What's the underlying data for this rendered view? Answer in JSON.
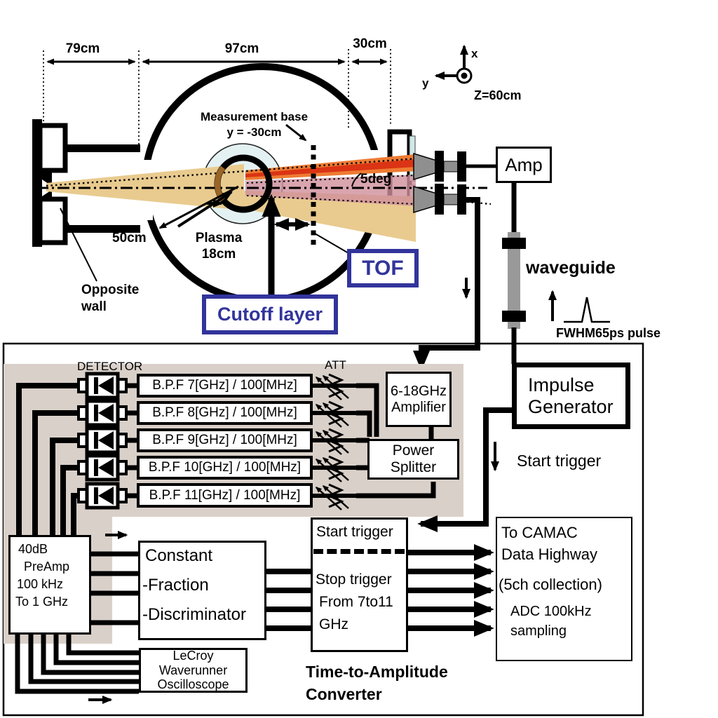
{
  "top": {
    "dim_79": "79cm",
    "dim_97": "97cm",
    "dim_30": "30cm",
    "axis_x": "x",
    "axis_y": "y",
    "axis_z": "Z=60cm",
    "measurement_base_line1": "Measurement base",
    "measurement_base_line2": "y = -30cm",
    "five_deg": "5deg",
    "amp": "Amp",
    "opposite_wall_line1": "Opposite",
    "opposite_wall_line2": "wall",
    "dim_50": "50cm",
    "plasma_line1": "Plasma",
    "plasma_line2": "18cm",
    "tof": "TOF",
    "cutoff_layer": "Cutoff layer",
    "waveguide": "waveguide",
    "fwhm_pulse": "FWHM65ps  pulse"
  },
  "bottom": {
    "detector_label": "DETECTOR",
    "att_label": "ATT",
    "bpf_filters": [
      "B.P.F 7[GHz] / 100[MHz]",
      "B.P.F 8[GHz] / 100[MHz]",
      "B.P.F 9[GHz] / 100[MHz]",
      "B.P.F 10[GHz] / 100[MHz]",
      "B.P.F 11[GHz] / 100[MHz]"
    ],
    "amplifier_line1": "6-18GHz",
    "amplifier_line2": "Amplifier",
    "splitter_line1": "Power",
    "splitter_line2": "Splitter",
    "impulse_line1": "Impulse",
    "impulse_line2": "Generator",
    "start_trigger_label": "Start trigger",
    "preamp_line1": "40dB",
    "preamp_line2": "PreAmp",
    "preamp_line3": "100 kHz",
    "preamp_line4": "To 1 GHz",
    "cfd_line1": "Constant",
    "cfd_line2": "-Fraction",
    "cfd_line3": "-Discriminator",
    "tac_start": "Start trigger",
    "tac_stop_line1": "Stop trigger",
    "tac_stop_line2": "From 7to11",
    "tac_stop_line3": "GHz",
    "camac_line1": "To CAMAC",
    "camac_line2": "Data Highway",
    "camac_line3": "(5ch collection)",
    "camac_line4": "ADC 100kHz",
    "camac_line5": "sampling",
    "lecroy_line1": "LeCroy",
    "lecroy_line2": "Waverunner",
    "lecroy_line3": "Oscilloscope",
    "tac_caption_line1": "Time-to-Amplitude",
    "tac_caption_line2": "Converter"
  },
  "colors": {
    "accent_blue": "#32349b",
    "panel_beige": "#d9d0c9",
    "metal_gray": "#8f8f8f",
    "waveguide_gray": "#999999",
    "beam_tan": "#e9cb8f",
    "beam_orange": "#ee7b33",
    "beam_red": "#da3414",
    "beam_pink": "#cf8e9b",
    "plasma_halo": "#e4f1f2",
    "cutoff_brown": "#9a6526"
  }
}
